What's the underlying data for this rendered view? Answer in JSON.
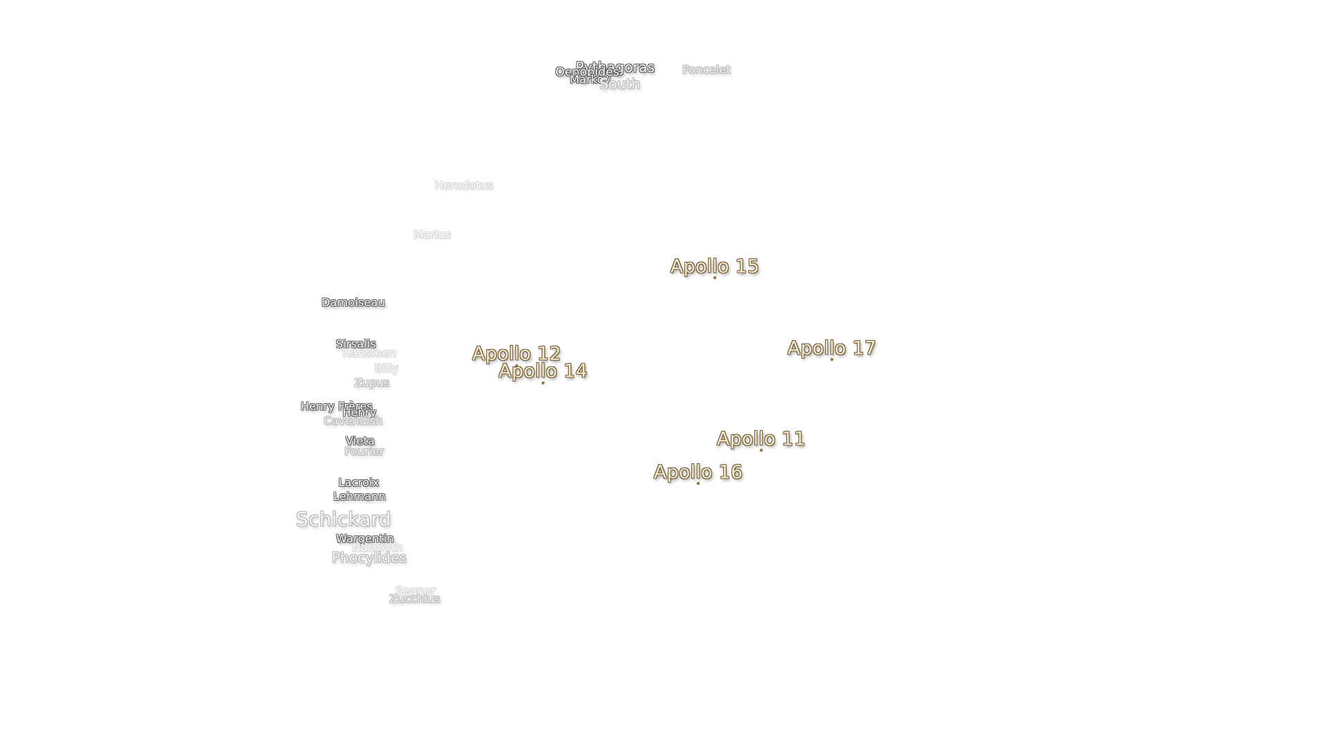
{
  "map": {
    "colors": {
      "background": "#ffffff",
      "apollo_fill": "#f3e7c9",
      "apollo_outline": "#6d5a37",
      "crater_fill": "#ffffff",
      "crater_outline": "#5a5a5a"
    },
    "craters": [
      {
        "name": "Pythagoras"
      },
      {
        "name": "Oenopides"
      },
      {
        "name": "Markov"
      },
      {
        "name": "South"
      },
      {
        "name": "Poncelet"
      },
      {
        "name": "Herodotus"
      },
      {
        "name": "Marius"
      },
      {
        "name": "Damoiseau"
      },
      {
        "name": "Sirsalis"
      },
      {
        "name": "Hansteen"
      },
      {
        "name": "Billy"
      },
      {
        "name": "Zupus"
      },
      {
        "name": "Henry Frères"
      },
      {
        "name": "Henry"
      },
      {
        "name": "Cavendish"
      },
      {
        "name": "Vieta"
      },
      {
        "name": "Fourier"
      },
      {
        "name": "Lacroix"
      },
      {
        "name": "Lehmann"
      },
      {
        "name": "Schickard"
      },
      {
        "name": "Wargentin"
      },
      {
        "name": "Nasmyth"
      },
      {
        "name": "Phocylides"
      },
      {
        "name": "Segner"
      },
      {
        "name": "Zucchius"
      }
    ],
    "landing_sites": [
      {
        "name": "Apollo 15"
      },
      {
        "name": "Apollo 12"
      },
      {
        "name": "Apollo 14"
      },
      {
        "name": "Apollo 17"
      },
      {
        "name": "Apollo 11"
      },
      {
        "name": "Apollo 16"
      }
    ]
  }
}
